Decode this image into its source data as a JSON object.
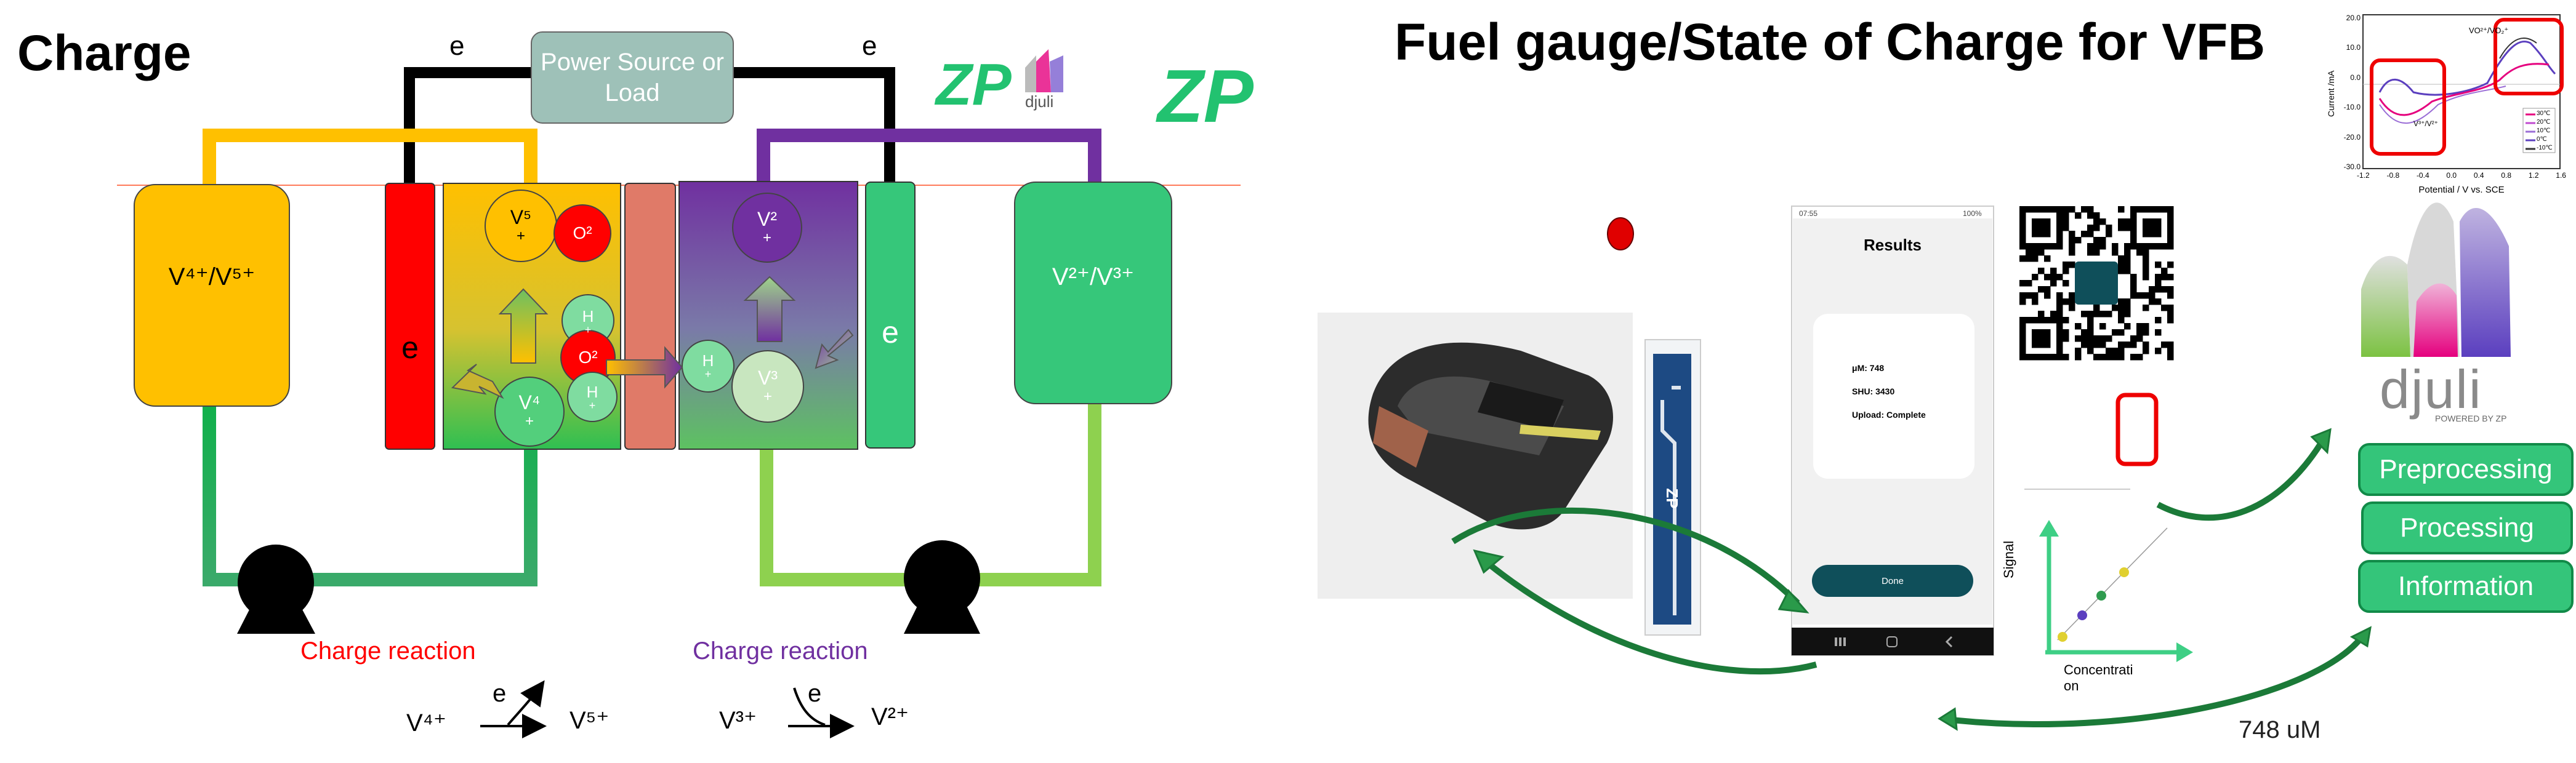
{
  "left": {
    "title": "Charge",
    "power_source": "Power Source or Load",
    "electron_label": "e",
    "tank_left_label": "V⁴⁺/V⁵⁺",
    "tank_right_label": "V²⁺/V³⁺",
    "electrode_label": "e",
    "ions": {
      "v5": "V⁵",
      "o2": "O²",
      "v4": "V⁴",
      "h": "H",
      "v2": "V²",
      "v3": "V³",
      "plus": "+"
    },
    "charge_reaction_left": "Charge reaction",
    "charge_reaction_right": "Charge reaction",
    "rxn_left_from": "V⁴⁺",
    "rxn_left_to": "V⁵⁺",
    "rxn_right_from": "V³⁺",
    "rxn_right_to": "V²⁺",
    "logo_zp": "ZP",
    "logo_djuli": "djuli",
    "colors": {
      "orange": "#ffc000",
      "red": "#ff0000",
      "green": "#33cc7a",
      "purple": "#7030a0",
      "salmon": "#e07a68"
    }
  },
  "right": {
    "title": "Fuel gauge/State of Charge for VFB",
    "phone": {
      "status_time": "07:55",
      "status_battery": "100%",
      "results_title": "Results",
      "um_line": "μM: 748",
      "shu_line": "SHU: 3430",
      "upload_line": "Upload: Complete",
      "done_button": "Done"
    },
    "cv_plot": {
      "ylabel": "Current /mA",
      "xlabel": "Potential / V vs. SCE",
      "yticks": [
        "20.0",
        "10.0",
        "0.0",
        "-10.0",
        "-20.0",
        "-30.0"
      ],
      "xticks": [
        "-1.2",
        "-0.8",
        "-0.4",
        "0.0",
        "0.4",
        "0.8",
        "1.2",
        "1.6"
      ],
      "legend": [
        "30℃",
        "20℃",
        "10℃",
        "0℃",
        "-10℃"
      ],
      "annotation_top": "VO²⁺/VO₂⁺",
      "annotation_bottom": "V³⁺/V²⁺"
    },
    "calibration": {
      "ylabel": "Signal",
      "xlabel": "Concentration"
    },
    "djuli_brand": "djuli",
    "djuli_sub": "POWERED BY ZP",
    "buttons": [
      "Preprocessing",
      "Processing",
      "Information"
    ],
    "result_value": "748 uM",
    "strip_label": "ZP"
  }
}
